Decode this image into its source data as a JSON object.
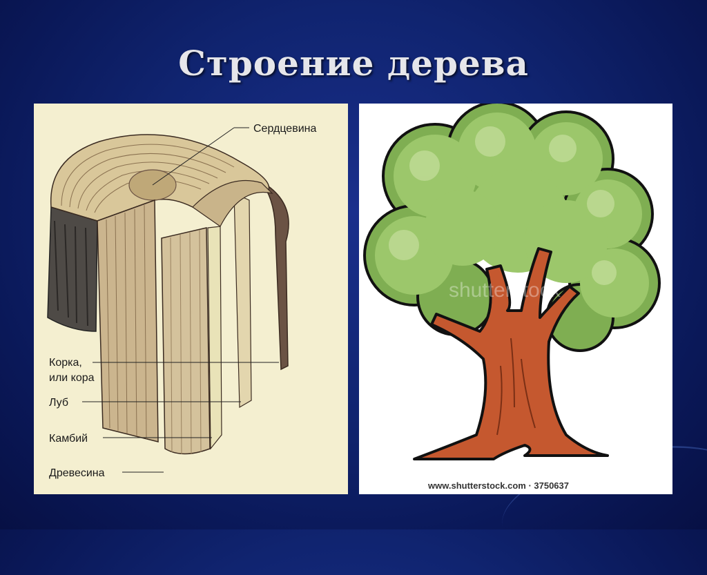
{
  "slide": {
    "title": "Строение дерева"
  },
  "left_diagram": {
    "labels": {
      "heartwood": "Сердцевина",
      "bark_line1": "Корка,",
      "bark_line2": "или кора",
      "phloem": "Луб",
      "cambium": "Камбий",
      "wood": "Древесина"
    }
  },
  "right_image": {
    "watermark": "shutterstock",
    "credit": "www.shutterstock.com · 3750637"
  }
}
